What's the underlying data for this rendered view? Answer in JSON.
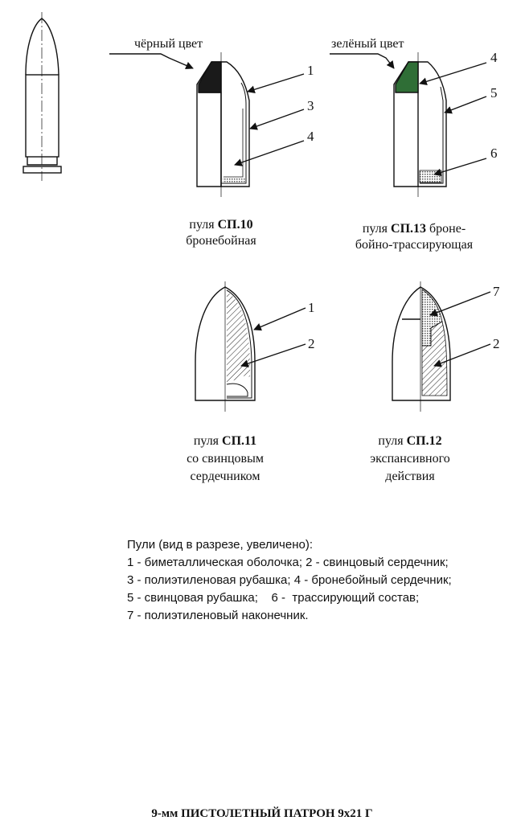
{
  "labels": {
    "black_color": "чёрный цвет",
    "green_color": "зелёный цвет"
  },
  "colors": {
    "black_tip": "#1a1a1a",
    "green_tip": "#2f6e36"
  },
  "bullets": [
    {
      "prefix": "пуля ",
      "name": "СП.10",
      "suffix": "",
      "line2": "бронебойная",
      "line3": "",
      "callouts": [
        "1",
        "3",
        "4"
      ]
    },
    {
      "prefix": "пуля ",
      "name": "СП.13",
      "suffix": " броне-",
      "line2": "бойно-трассирующая",
      "line3": "",
      "callouts": [
        "4",
        "5",
        "6"
      ]
    },
    {
      "prefix": "пуля ",
      "name": "СП.11",
      "suffix": "",
      "line2": "со свинцовым",
      "line3": "сердечником",
      "callouts": [
        "1",
        "2"
      ]
    },
    {
      "prefix": "пуля ",
      "name": "СП.12",
      "suffix": "",
      "line2": "экспансивного",
      "line3": "действия",
      "callouts": [
        "7",
        "2"
      ]
    }
  ],
  "legend": {
    "heading": "Пули (вид в разрезе, увеличено):",
    "lines": [
      "1 - биметаллическая оболочка; 2 - свинцовый сердечник;",
      "3 - полиэтиленовая рубашка; 4 - бронебойный сердечник;",
      "5 - свинцовая рубашка;    6 -  трассирующий состав;",
      "7 - полиэтиленовый наконечник."
    ]
  },
  "title": "9-мм ПИСТОЛЕТНЫЙ ПАТРОН  9x21 Г"
}
